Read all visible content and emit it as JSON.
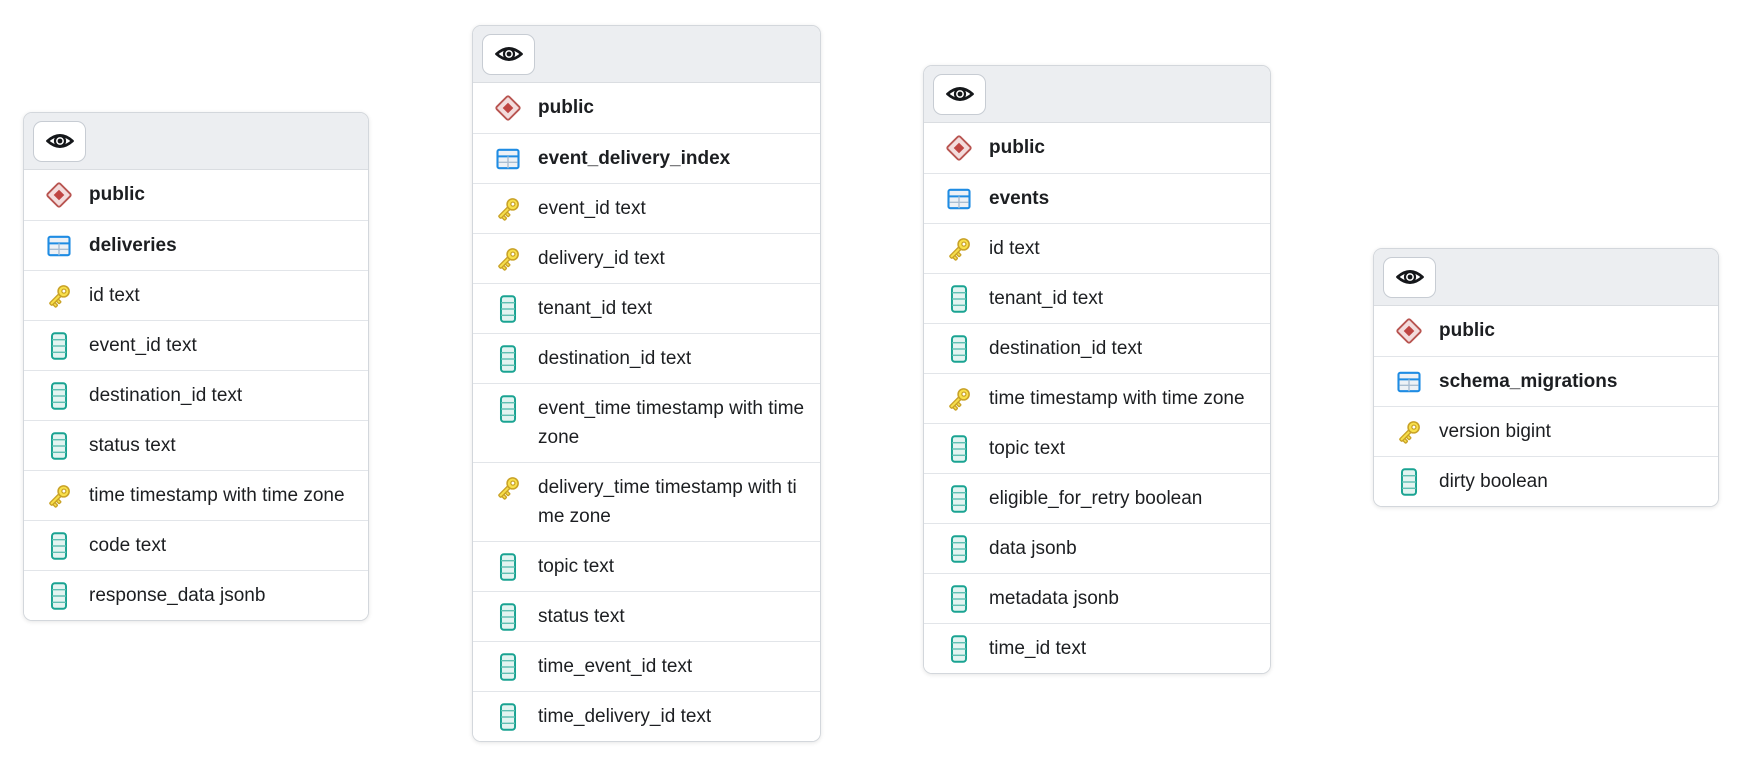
{
  "app": {
    "description": "Database schema diagram canvas",
    "header_icon": "eye-icon"
  },
  "colors": {
    "header_bg": "#ECEEF1",
    "card_border": "#D3D7DC",
    "row_divider": "#E2E5E9",
    "text": "#1C1E21",
    "schema_red_stroke": "#B85450",
    "schema_red_fill": "#F3DCDC",
    "schema_red_inner": "#BF4542",
    "table_blue": "#1F8CE3",
    "table_blue_fill": "#EDF1F6",
    "column_teal": "#1AA392",
    "column_teal_fill": "#E3F4F1",
    "key_gold_stroke": "#C9A227",
    "key_gold_fill": "#F8E04B"
  },
  "tables": [
    {
      "schema": "public",
      "schema_icon": "schema-diamond-icon",
      "name": "deliveries",
      "table_icon": "table-icon",
      "columns": [
        {
          "name": "id",
          "label": "id text",
          "icon": "key-icon"
        },
        {
          "name": "event_id",
          "label": "event_id text",
          "icon": "column-icon"
        },
        {
          "name": "destination_id",
          "label": "destination_id text",
          "icon": "column-icon"
        },
        {
          "name": "status",
          "label": "status text",
          "icon": "column-icon"
        },
        {
          "name": "time",
          "label": "time timestamp with time zone",
          "icon": "key-icon"
        },
        {
          "name": "code",
          "label": "code text",
          "icon": "column-icon"
        },
        {
          "name": "response_data",
          "label": "response_data jsonb",
          "icon": "column-icon"
        }
      ]
    },
    {
      "schema": "public",
      "schema_icon": "schema-diamond-icon",
      "name": "event_delivery_index",
      "table_icon": "table-icon",
      "columns": [
        {
          "name": "event_id",
          "label": "event_id text",
          "icon": "key-icon"
        },
        {
          "name": "delivery_id",
          "label": "delivery_id text",
          "icon": "key-icon"
        },
        {
          "name": "tenant_id",
          "label": "tenant_id text",
          "icon": "column-icon"
        },
        {
          "name": "destination_id",
          "label": "destination_id text",
          "icon": "column-icon"
        },
        {
          "name": "event_time",
          "label": "event_time timestamp with time zone",
          "icon": "column-icon"
        },
        {
          "name": "delivery_time",
          "label": "delivery_time timestamp with time zone",
          "icon": "key-icon"
        },
        {
          "name": "topic",
          "label": "topic text",
          "icon": "column-icon"
        },
        {
          "name": "status",
          "label": "status text",
          "icon": "column-icon"
        },
        {
          "name": "time_event_id",
          "label": "time_event_id text",
          "icon": "column-icon"
        },
        {
          "name": "time_delivery_id",
          "label": "time_delivery_id text",
          "icon": "column-icon"
        }
      ]
    },
    {
      "schema": "public",
      "schema_icon": "schema-diamond-icon",
      "name": "events",
      "table_icon": "table-icon",
      "columns": [
        {
          "name": "id",
          "label": "id text",
          "icon": "key-icon"
        },
        {
          "name": "tenant_id",
          "label": "tenant_id text",
          "icon": "column-icon"
        },
        {
          "name": "destination_id",
          "label": "destination_id text",
          "icon": "column-icon"
        },
        {
          "name": "time",
          "label": "time timestamp with time zone",
          "icon": "key-icon"
        },
        {
          "name": "topic",
          "label": "topic text",
          "icon": "column-icon"
        },
        {
          "name": "eligible_for_retry",
          "label": "eligible_for_retry boolean",
          "icon": "column-icon"
        },
        {
          "name": "data",
          "label": "data jsonb",
          "icon": "column-icon"
        },
        {
          "name": "metadata",
          "label": "metadata jsonb",
          "icon": "column-icon"
        },
        {
          "name": "time_id",
          "label": "time_id text",
          "icon": "column-icon"
        }
      ]
    },
    {
      "schema": "public",
      "schema_icon": "schema-diamond-icon",
      "name": "schema_migrations",
      "table_icon": "table-icon",
      "columns": [
        {
          "name": "version",
          "label": "version bigint",
          "icon": "key-icon"
        },
        {
          "name": "dirty",
          "label": "dirty boolean",
          "icon": "column-icon"
        }
      ]
    }
  ]
}
